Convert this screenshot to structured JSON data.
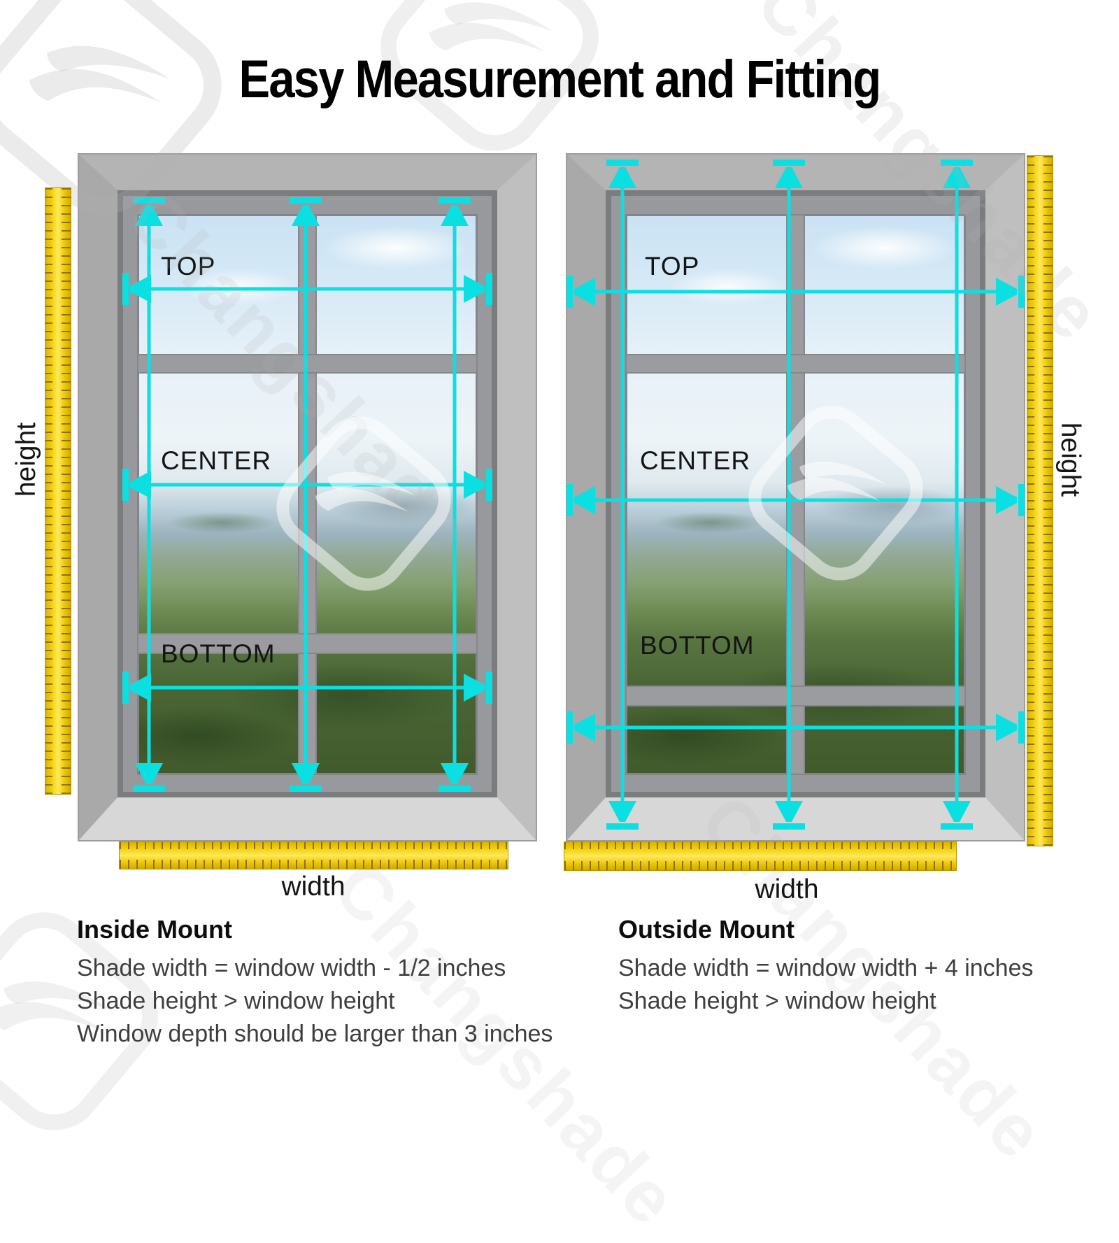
{
  "title": "Easy Measurement and Fitting",
  "watermark": {
    "brand": "Changshade"
  },
  "left_diagram": {
    "mount_type": "inside",
    "labels": {
      "top": "TOP",
      "center": "CENTER",
      "bottom": "BOTTOM"
    },
    "height_label": "height",
    "width_label": "width",
    "caption": {
      "heading": "Inside Mount",
      "lines": [
        "Shade width = window width - 1/2 inches",
        "Shade height > window height",
        "Window depth should be larger than 3 inches"
      ]
    }
  },
  "right_diagram": {
    "mount_type": "outside",
    "labels": {
      "top": "TOP",
      "center": "CENTER",
      "bottom": "BOTTOM"
    },
    "height_label": "height",
    "width_label": "width",
    "caption": {
      "heading": "Outside Mount",
      "lines": [
        "Shade width = window width + 4 inches",
        "Shade height > window height"
      ]
    }
  },
  "colors": {
    "arrow_cyan": "#0ae0e2",
    "ruler_yellow": "#f2cf0e"
  }
}
